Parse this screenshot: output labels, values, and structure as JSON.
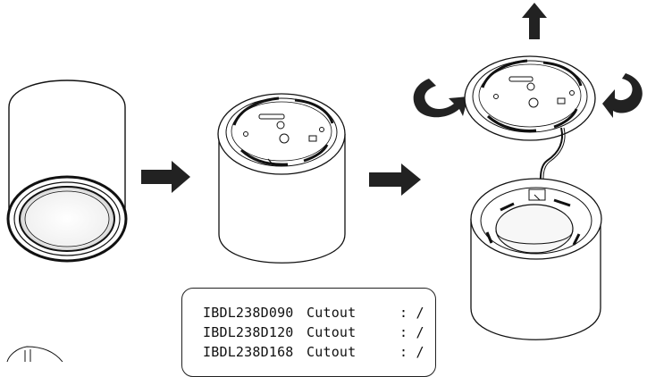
{
  "spec_table": {
    "rows": [
      {
        "model": "IBDL238D090",
        "label": "Cutout",
        "value": ": /"
      },
      {
        "model": "IBDL238D120",
        "label": "Cutout",
        "value": ": /"
      },
      {
        "model": "IBDL238D168",
        "label": "Cutout",
        "value": ": /"
      }
    ]
  },
  "icons": {
    "arrow_right_1": "arrow-right-icon",
    "arrow_right_2": "arrow-right-icon",
    "arrow_up": "arrow-up-icon",
    "rotate_left": "rotate-ccw-icon",
    "rotate_right": "rotate-cw-icon"
  },
  "colors": {
    "line": "#111111",
    "fill": "#ffffff"
  }
}
